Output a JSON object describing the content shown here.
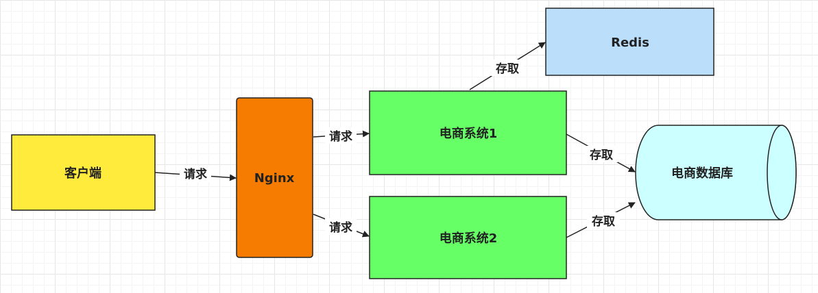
{
  "diagram": {
    "nodes": {
      "client": {
        "label": "客户端",
        "fill": "#ffeb3b"
      },
      "nginx": {
        "label": "Nginx",
        "fill": "#f57c00"
      },
      "shop1": {
        "label": "电商系统1",
        "fill": "#66ff66"
      },
      "shop2": {
        "label": "电商系统2",
        "fill": "#66ff66"
      },
      "redis": {
        "label": "Redis",
        "fill": "#bbdefb"
      },
      "db": {
        "label": "电商数据库",
        "fill": "#ccffff"
      }
    },
    "edges": {
      "client_nginx": "请求",
      "nginx_shop1": "请求",
      "nginx_shop2": "请求",
      "shop1_redis": "存取",
      "shop1_db": "存取",
      "shop2_db": "存取"
    },
    "stroke_color": "#222222"
  }
}
